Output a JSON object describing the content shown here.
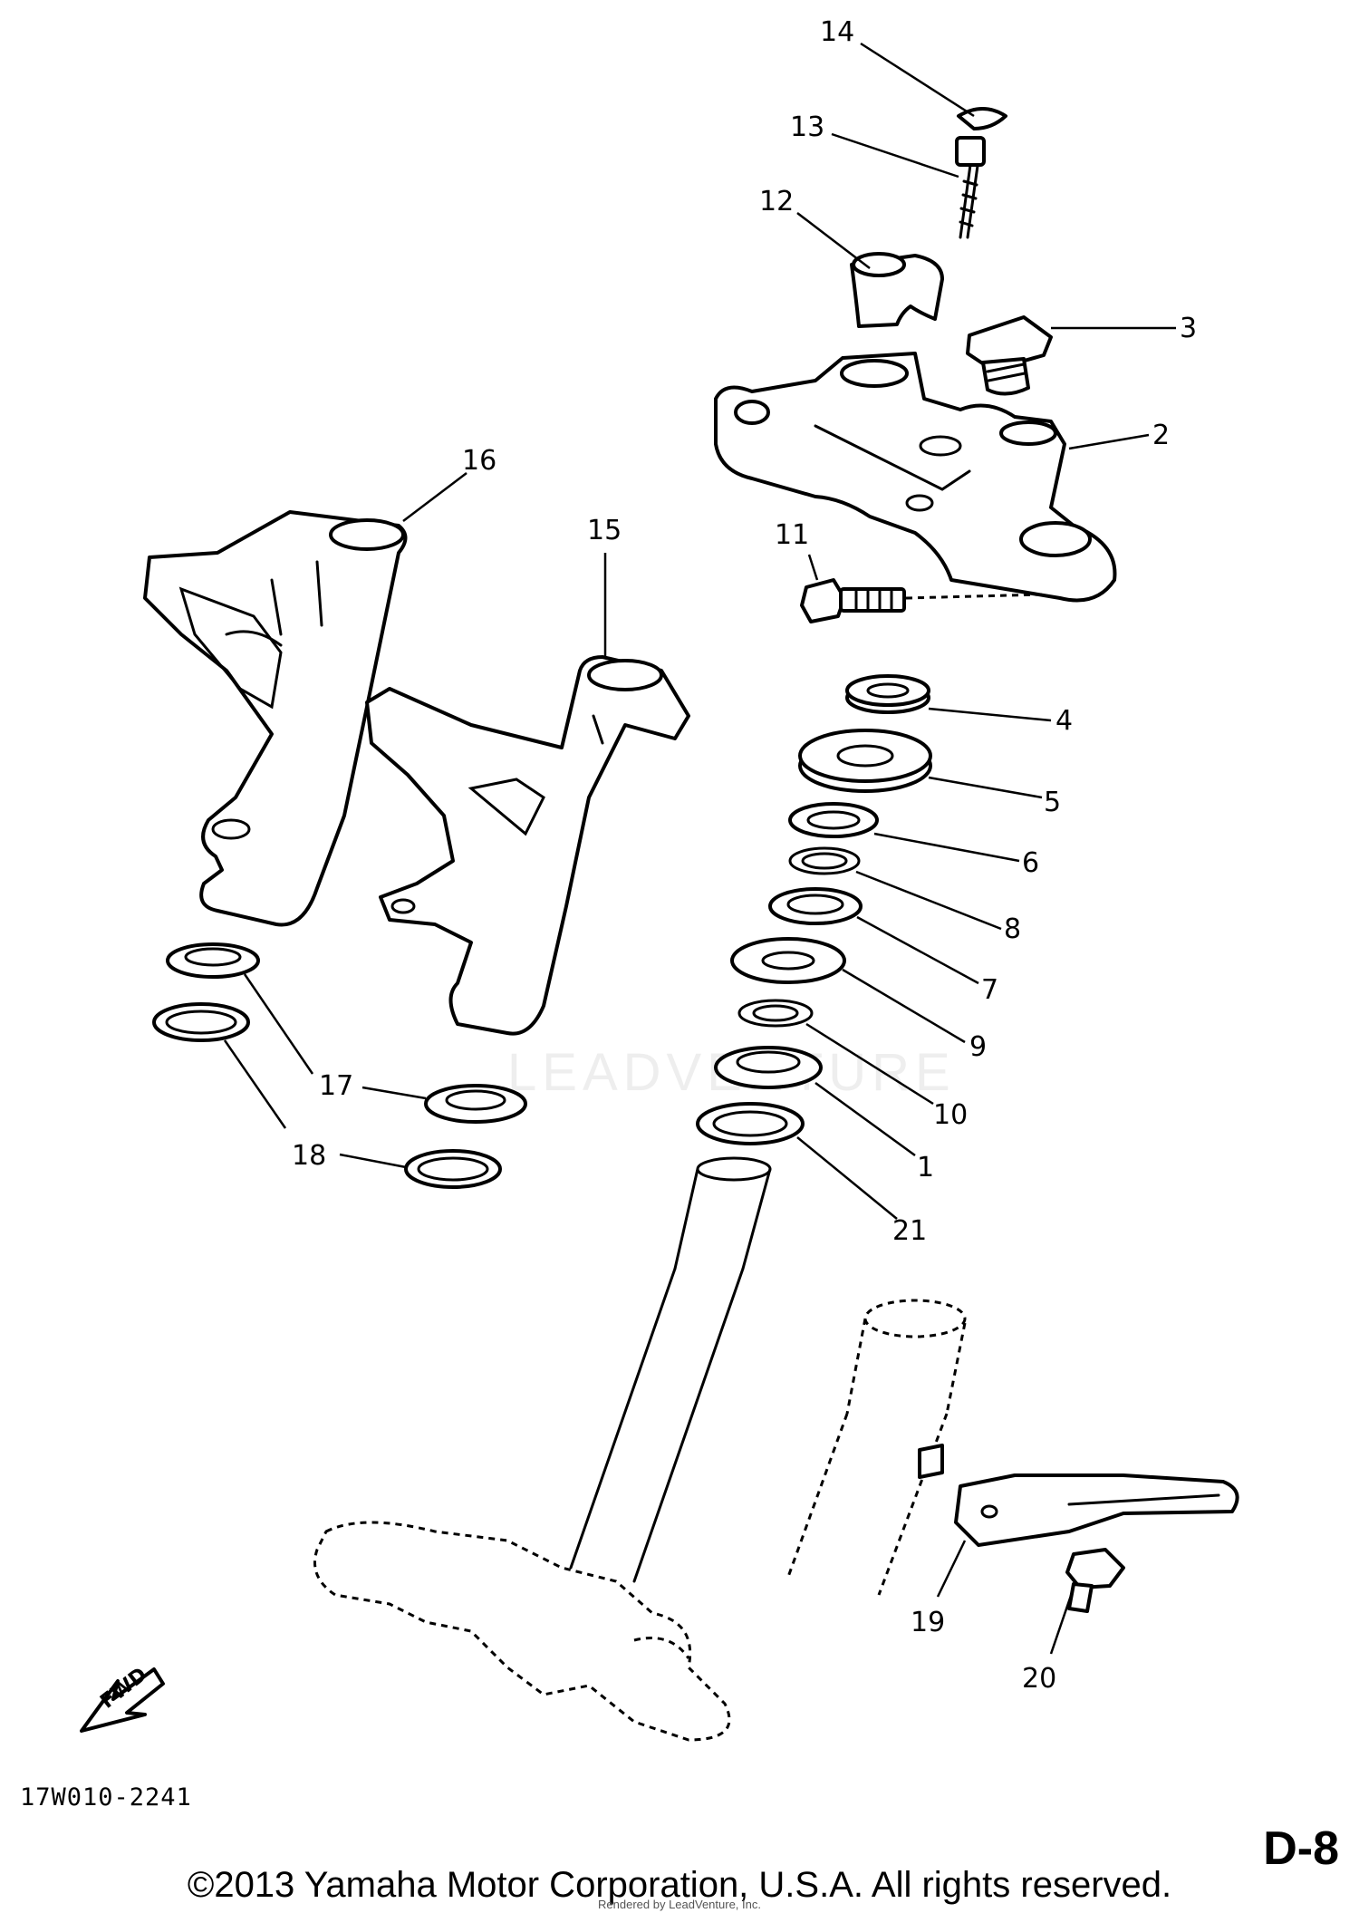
{
  "diagram": {
    "callouts": [
      {
        "id": "14",
        "label": "14"
      },
      {
        "id": "13",
        "label": "13"
      },
      {
        "id": "12",
        "label": "12"
      },
      {
        "id": "3",
        "label": "3"
      },
      {
        "id": "2",
        "label": "2"
      },
      {
        "id": "11",
        "label": "11"
      },
      {
        "id": "16",
        "label": "16"
      },
      {
        "id": "15",
        "label": "15"
      },
      {
        "id": "4",
        "label": "4"
      },
      {
        "id": "5",
        "label": "5"
      },
      {
        "id": "6",
        "label": "6"
      },
      {
        "id": "8",
        "label": "8"
      },
      {
        "id": "7",
        "label": "7"
      },
      {
        "id": "9",
        "label": "9"
      },
      {
        "id": "10",
        "label": "10"
      },
      {
        "id": "1",
        "label": "1"
      },
      {
        "id": "21",
        "label": "21"
      },
      {
        "id": "17",
        "label": "17"
      },
      {
        "id": "18",
        "label": "18"
      },
      {
        "id": "19",
        "label": "19"
      },
      {
        "id": "20",
        "label": "20"
      }
    ],
    "fwd_label": "FWD",
    "drawing_code": "17W010-2241",
    "page_ref": "D-8"
  },
  "footer": {
    "copyright": "©2013 Yamaha Motor Corporation, U.S.A. All rights reserved.",
    "render_note": "Rendered by LeadVenture, Inc."
  },
  "watermark": {
    "text": "LEADVENTURE"
  }
}
